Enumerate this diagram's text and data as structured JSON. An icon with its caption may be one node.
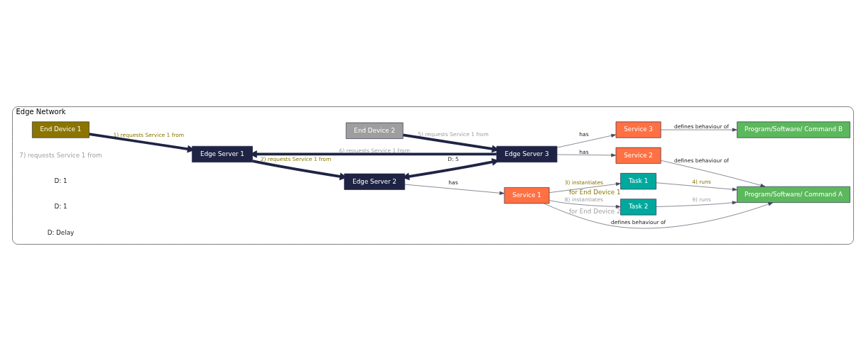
{
  "diagram": {
    "nodes": [
      {
        "text": [
          "Edge Network"
        ]
      },
      {
        "text": [
          "Edge Server 1"
        ],
        "in": 0
      },
      {
        "text": [
          "Edge Server 2"
        ],
        "in": 0
      },
      {
        "text": [
          "Service 1"
        ],
        "in": 0
      },
      {
        "text": [
          "Task 1"
        ],
        "beside": [
          "for End Device 1"
        ],
        "in": 0
      },
      {
        "text": [
          "Program/Software/ Command A"
        ],
        "in": 0
      },
      {
        "text": [
          "Task 2"
        ],
        "beside": [
          "for End Device 2"
        ],
        "in": 0
      },
      {
        "text": [
          "Edge Server 3"
        ],
        "in": 0
      },
      {
        "text": [
          "Service 2"
        ],
        "in": 0
      },
      {
        "text": [
          "Service 3"
        ],
        "in": 0
      },
      {
        "text": [
          "Program/Software/ Command B"
        ],
        "in": 0
      },
      {
        "text": [
          "End Device 1"
        ],
        "in": 0
      },
      {
        "text": [
          "End Device 2"
        ],
        "in": 0
      }
    ],
    "edges": [
      {
        "from": 11,
        "to": 1,
        "arrow": "to",
        "label": "1) requests Service 1 from",
        "style": "thick",
        "color": "#1f2444"
      },
      {
        "from": 1,
        "to": 2,
        "arrow": "to",
        "label": "2) requests Service 1 from",
        "style": "thick",
        "color": "#1f2444"
      },
      {
        "from": 2,
        "to": 3,
        "arrow": "to",
        "label": "has"
      },
      {
        "from": 3,
        "to": 4,
        "arrow": "to",
        "label": "3) instantiates"
      },
      {
        "from": 4,
        "to": 5,
        "arrow": "to",
        "label": "4) runs"
      },
      {
        "from": 3,
        "to": 5,
        "arrow": "to",
        "label": "defines behaviour of"
      },
      {
        "from": 3,
        "to": 6,
        "arrow": "to",
        "label": "8) instantiates"
      },
      {
        "from": 6,
        "to": 5,
        "arrow": "to",
        "label": "9) runs"
      },
      {
        "from": 2,
        "to": 7,
        "arrow": "both",
        "label": "D: 5",
        "style": "thick",
        "color": "#1f2444"
      },
      {
        "from": 7,
        "to": 8,
        "arrow": "to",
        "label": "has"
      },
      {
        "from": 7,
        "to": 9,
        "arrow": "to",
        "label": "has"
      },
      {
        "from": 8,
        "to": 5,
        "arrow": "to",
        "label": "defines behaviour of"
      },
      {
        "from": 9,
        "to": 10,
        "arrow": "to",
        "label": "defines behaviour of"
      },
      {
        "from": 7,
        "to": 1,
        "arrow": "to",
        "label": "6) requests Service 1 from",
        "style": "thick",
        "color": "#1f2444"
      },
      {
        "from": 12,
        "to": 7,
        "arrow": "to",
        "label": "5) requests Service 1 from",
        "style": "thick",
        "color": "#1f2444"
      }
    ],
    "labels": [
      "7) requests Service 1 from",
      "D: 1",
      "D: 1",
      "D: Delay"
    ]
  }
}
